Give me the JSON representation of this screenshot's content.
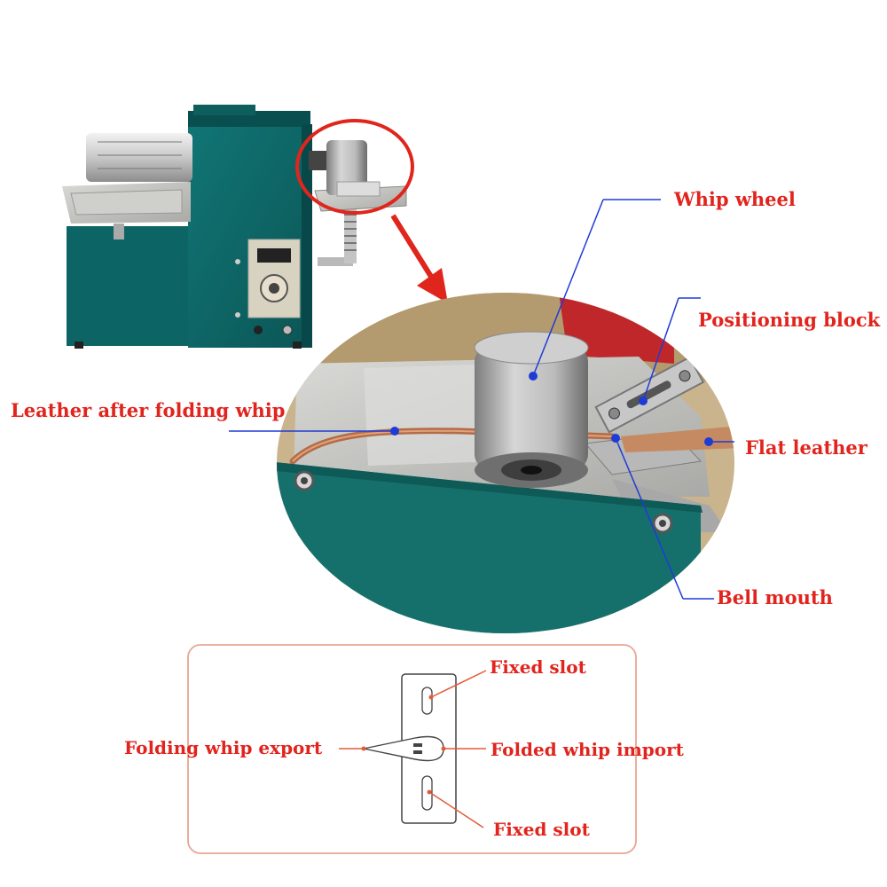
{
  "labels": {
    "whip_wheel": "Whip wheel",
    "positioning_block": "Positioning block",
    "leather_after_folding_whip": "Leather after folding whip",
    "flat_leather": "Flat leather",
    "bell_mouth": "Bell mouth",
    "fixed_slot_top": "Fixed slot",
    "folding_whip_export": "Folding whip export",
    "folded_whip_import": "Folded whip import",
    "fixed_slot_bottom": "Fixed slot"
  },
  "colors": {
    "label_red": "#e1241d",
    "leader_blue": "#1f3bd6",
    "machine_green": "#0f6a6a",
    "highlight_red": "#e0261c",
    "box_border": "#e9a592"
  },
  "icons": {
    "callout_circle": "red-ellipse-highlight",
    "pointer_arrow": "red-arrow-down-right"
  }
}
